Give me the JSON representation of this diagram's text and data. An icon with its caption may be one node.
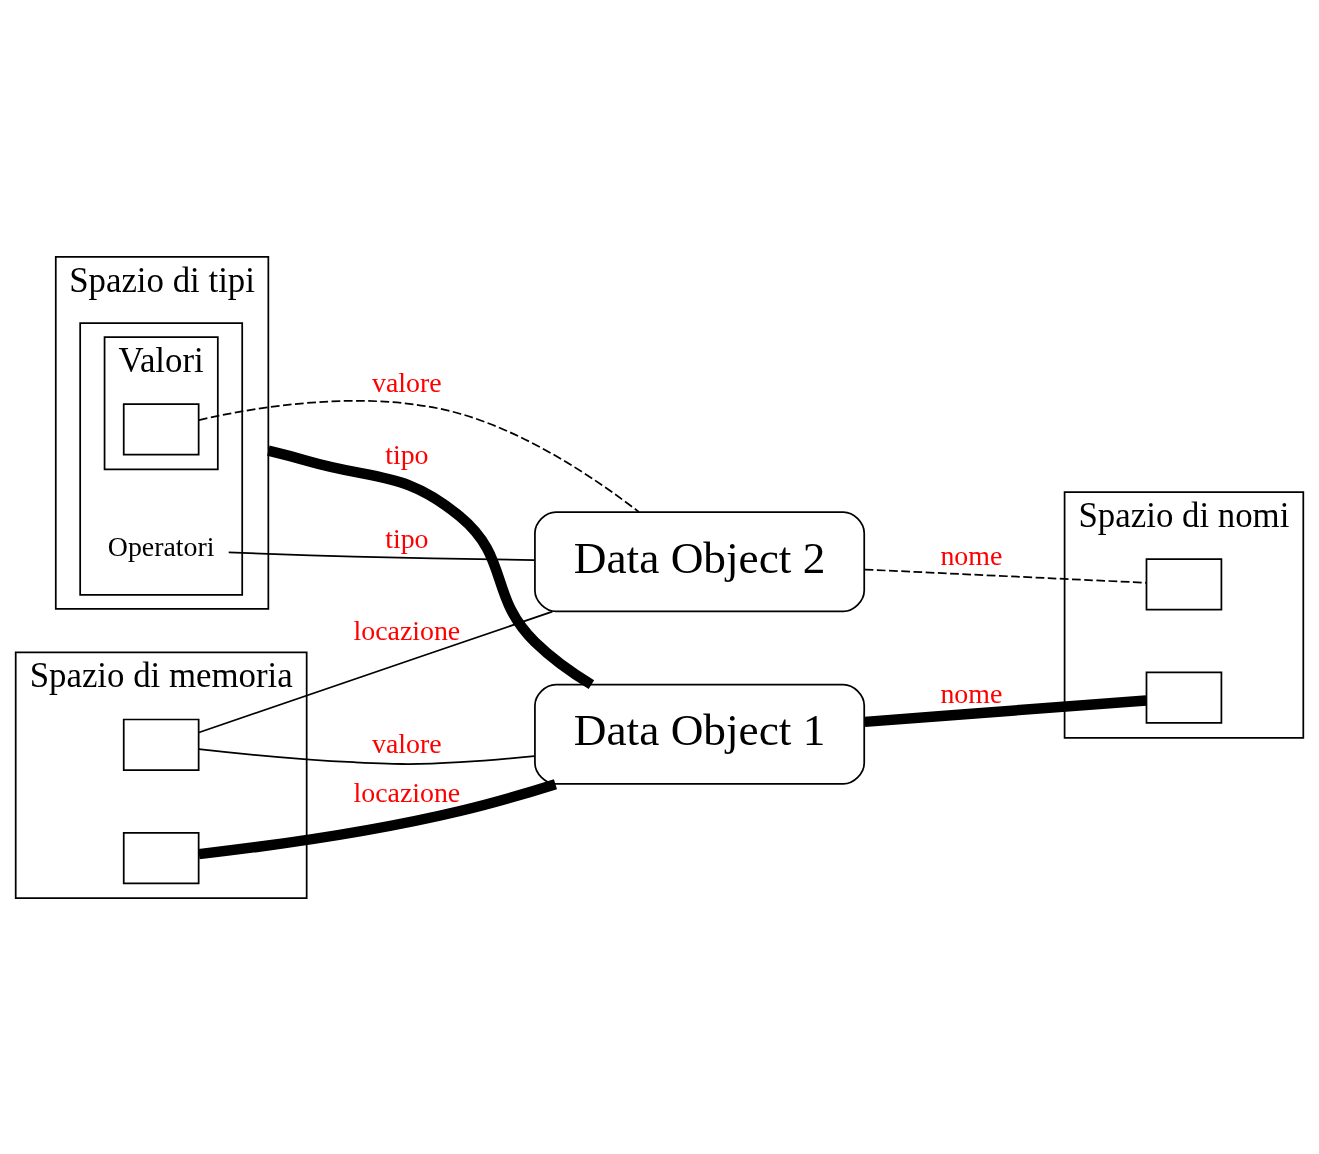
{
  "diagram": {
    "nodes": [
      {
        "text": [
          "Spazio di tipi"
        ]
      },
      {
        "text": [],
        "shape": "box",
        "in": 0
      },
      {
        "text": [
          "Valori"
        ],
        "in": 1
      },
      {
        "text": [
          "Operatori"
        ],
        "in": 1
      },
      {
        "text": [],
        "shape": "box",
        "in": 2
      },
      {
        "text": [
          "Spazio di memoria"
        ]
      },
      {
        "text": [],
        "shape": "box",
        "in": 5
      },
      {
        "text": [],
        "shape": "box",
        "in": 5
      },
      {
        "text": [
          "Data Object 2"
        ]
      },
      {
        "text": [
          "Data Object 1"
        ]
      },
      {
        "text": [
          "Spazio di nomi"
        ]
      },
      {
        "text": [],
        "shape": "box",
        "in": 10
      },
      {
        "text": [],
        "shape": "box",
        "in": 10
      }
    ],
    "edges": [
      {
        "from": 4,
        "to": 8,
        "arrow": "none",
        "label": "valore",
        "style": "dashed"
      },
      {
        "from": 3,
        "to": 8,
        "arrow": "none",
        "label": "tipo"
      },
      {
        "from": 6,
        "to": 8,
        "arrow": "none",
        "label": "locazione"
      },
      {
        "from": 8,
        "to": 11,
        "arrow": "none",
        "label": "nome",
        "style": "dashed"
      },
      {
        "from": 6,
        "to": 9,
        "arrow": "none",
        "label": "valore"
      },
      {
        "from": 7,
        "to": 9,
        "arrow": "none",
        "label": "locazione",
        "style": "thick"
      },
      {
        "from": 0,
        "to": 9,
        "arrow": "none",
        "label": "tipo",
        "style": "thick"
      },
      {
        "from": 9,
        "to": 12,
        "arrow": "none",
        "label": "nome",
        "style": "thick"
      }
    ]
  }
}
